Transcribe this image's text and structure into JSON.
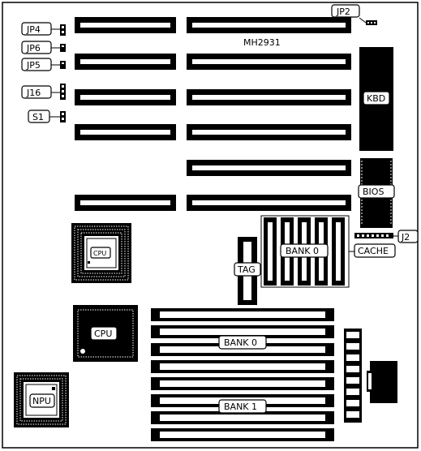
{
  "board": {
    "model": "MH2931",
    "colors": {
      "ink": "#000000",
      "paper": "#ffffff"
    }
  },
  "jumpers": [
    {
      "key": "jp4",
      "label": "JP4"
    },
    {
      "key": "jp6",
      "label": "JP6"
    },
    {
      "key": "jp5",
      "label": "JP5"
    },
    {
      "key": "j16",
      "label": "J16"
    },
    {
      "key": "s1",
      "label": "S1"
    }
  ],
  "labels": {
    "jp2": "JP2",
    "kbd": "KBD",
    "bios": "BIOS",
    "j2": "J2",
    "cache": "CACHE",
    "cache_bank": "BANK 0",
    "tag": "TAG",
    "cpu_socket": "CPU",
    "cpu": "CPU",
    "npu": "NPU",
    "simm_bank0": "BANK 0",
    "simm_bank1": "BANK 1"
  }
}
